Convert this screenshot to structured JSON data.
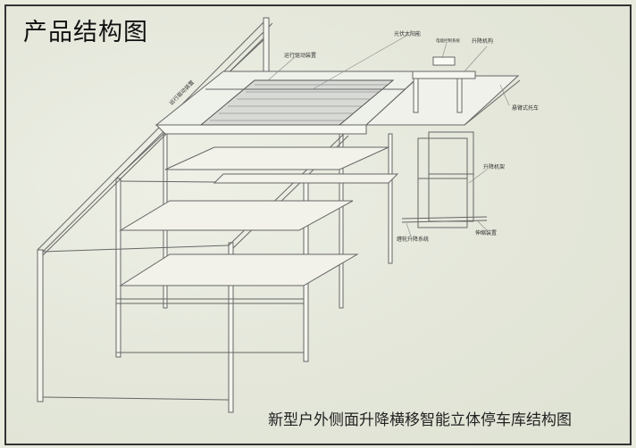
{
  "title": "产品结构图",
  "caption": "新型户外侧面升降横移智能立体停车库结构图",
  "labels": {
    "solar": "光伏太阳能",
    "control": "电能控制系统",
    "lift_mechanism": "升降机构",
    "drive_top": "运行驱动装置",
    "drive_side": "运行驱动装置",
    "cantilever": "悬臂式托车",
    "lift_frame": "升降机架",
    "telescopic": "伸缩装置",
    "winch": "缠轮升降系统"
  },
  "colors": {
    "line": "#555555",
    "background": "#e6e9dc"
  }
}
